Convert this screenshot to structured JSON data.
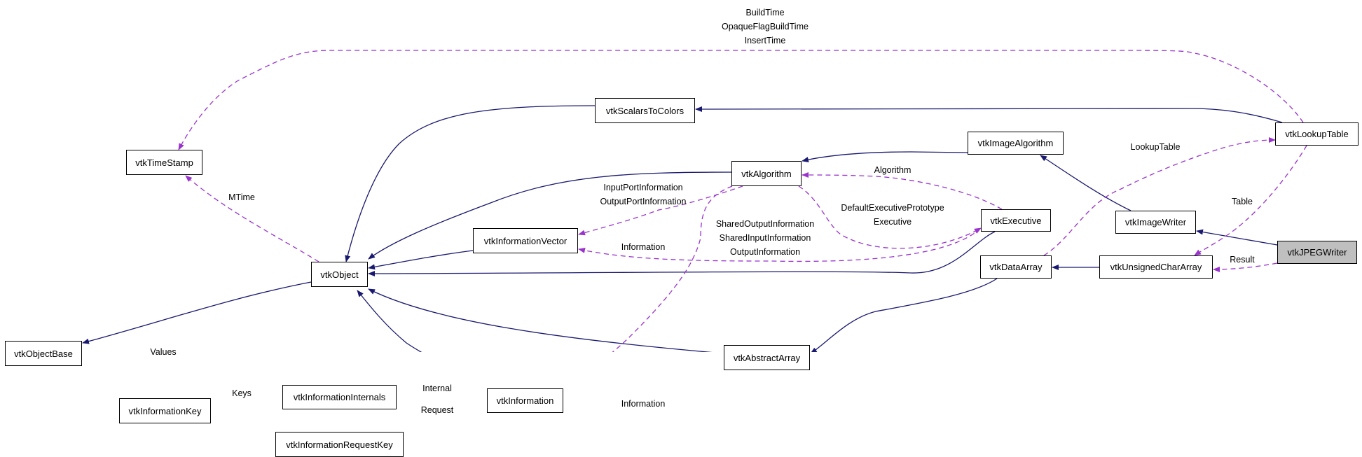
{
  "nodes": {
    "timestamp": "vtkTimeStamp",
    "object": "vtkObject",
    "objectbase": "vtkObjectBase",
    "infokey": "vtkInformationKey",
    "infointernals": "vtkInformationInternals",
    "inforequestkey": "vtkInformationRequestKey",
    "scalarstocolors": "vtkScalarsToColors",
    "algorithm": "vtkAlgorithm",
    "infovector": "vtkInformationVector",
    "abstractarray": "vtkAbstractArray",
    "information": "vtkInformation",
    "lookuptable": "vtkLookupTable",
    "imagealgorithm": "vtkImageAlgorithm",
    "executive": "vtkExecutive",
    "imagewriter": "vtkImageWriter",
    "jpegwriter": "vtkJPEGWriter",
    "dataarray": "vtkDataArray",
    "unsignedchararray": "vtkUnsignedCharArray"
  },
  "edge_labels": {
    "buildtime": [
      "BuildTime",
      "OpaqueFlagBuildTime",
      "InsertTime"
    ],
    "mtime": "MTime",
    "values": "Values",
    "keys": "Keys",
    "internal": "Internal",
    "request": "Request",
    "portinfo": [
      "InputPortInformation",
      "OutputPortInformation"
    ],
    "info_vector": "Information",
    "shared": [
      "SharedOutputInformation",
      "SharedInputInformation",
      "OutputInformation"
    ],
    "algorithm": "Algorithm",
    "defexec": [
      "DefaultExecutivePrototype",
      "Executive"
    ],
    "info_array": "Information",
    "lookuptable": "LookupTable",
    "table": "Table",
    "result": "Result"
  },
  "colors": {
    "inheritance": "#191970",
    "usage": "#9a32cd",
    "focus_fill": "#bfbfbf"
  }
}
